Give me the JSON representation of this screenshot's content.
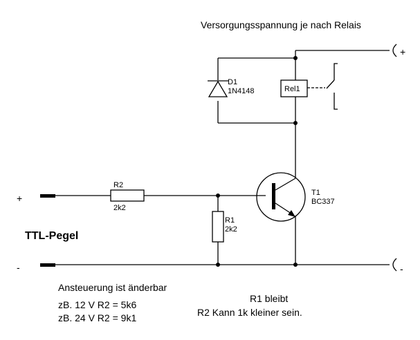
{
  "supply_title": "Versorgungsspannung je nach Relais",
  "terminals": {
    "supply_plus": "+",
    "supply_minus": "-",
    "input_plus": "+",
    "input_minus": "-"
  },
  "input_label": "TTL-Pegel",
  "components": {
    "diode": {
      "ref": "D1",
      "value": "1N4148"
    },
    "relay": {
      "ref": "Rel1"
    },
    "r2": {
      "ref": "R2",
      "value": "2k2"
    },
    "r1": {
      "ref": "R1",
      "value": "2k2"
    },
    "transistor": {
      "ref": "T1",
      "value": "BC337"
    }
  },
  "notes": {
    "line1": "Ansteuerung  ist änderbar",
    "line2": "zB.  12 V R2 = 5k6",
    "line3": "zB.  24 V R2 = 9k1",
    "line4": "R1 bleibt",
    "line5": "R2 Kann 1k kleiner sein."
  }
}
